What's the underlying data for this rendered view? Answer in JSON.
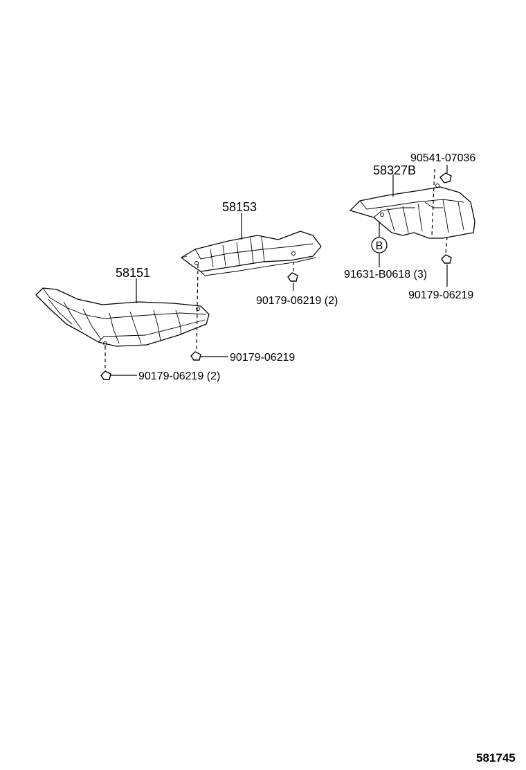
{
  "parts": {
    "p58151": "58151",
    "p58153": "58153",
    "p58327b": "58327B",
    "p90541": "90541-07036",
    "p91631": "91631-B0618 (3)",
    "p90179_right": "90179-06219",
    "p90179_mid2": "90179-06219 (2)",
    "p90179_center": "90179-06219",
    "p90179_left2": "90179-06219 (2)"
  },
  "marker_b": "B",
  "diagram_id": "581745"
}
